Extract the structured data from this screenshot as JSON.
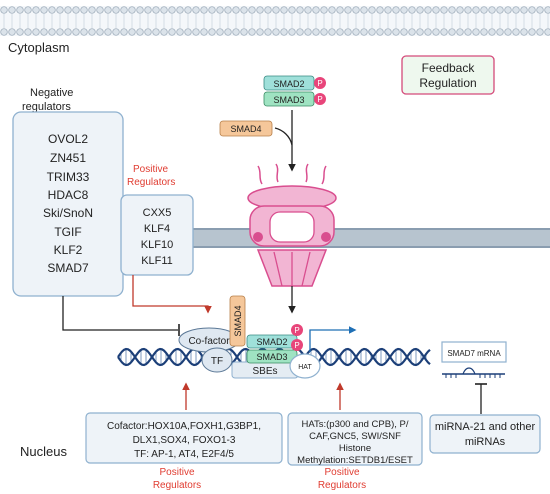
{
  "compartments": {
    "cytoplasm": "Cytoplasm",
    "nucleus": "Nucleus"
  },
  "negative_regulators": {
    "title_line1": "Negative",
    "title_line2": "regulators",
    "items": [
      "OVOL2",
      "ZN451",
      "TRIM33",
      "HDAC8",
      "Ski/SnoN",
      "TGIF",
      "KLF2",
      "SMAD7"
    ]
  },
  "positive_regulators_cytoplasm": {
    "title_line1": "Positive",
    "title_line2": "Regulators",
    "items": [
      "CXX5",
      "KLF4",
      "KLF10",
      "KLF11"
    ]
  },
  "feedback": {
    "line1": "Feedback",
    "line2": "Regulation"
  },
  "smads": {
    "smad2": "SMAD2",
    "smad3": "SMAD3",
    "smad4": "SMAD4",
    "phospho": "P"
  },
  "complex": {
    "cofactor": "Co-factor",
    "tf": "TF",
    "smad4_vertical": "SMAD4",
    "sbes": "SBEs",
    "hat": "HAT"
  },
  "mirna": {
    "smad7_mrna": "SMAD7 mRNA",
    "mir_line1": "miRNA-21 and other",
    "mir_line2": "miRNAs"
  },
  "cofactor_box": {
    "lines": [
      "Cofactor:HOX10A,FOXH1,G3BP1,",
      "DLX1,SOX4, FOXO1-3",
      "TF: AP-1, AT4, E2F4/5"
    ],
    "caption_line1": "Positive",
    "caption_line2": "Regulators"
  },
  "hat_box": {
    "lines": [
      "HATs:(p300 and CPB), P/",
      "CAF,GNC5, SWI/SNF",
      "Histone",
      "Methylation:SETDB1/ESET"
    ],
    "caption_line1": "Positive",
    "caption_line2": "Regulators"
  },
  "colors": {
    "membrane_stripe": "#b7c4cf",
    "nuclear_membrane": "#8a9db0",
    "smad_teal": "#9fe0da",
    "smad_green": "#9fe3c2",
    "phospho": "#e8457a",
    "smad4_orange": "#f5c79a",
    "receptor_pink": "#d94e8f",
    "receptor_light": "#f2b5d3",
    "box_fill": "#eef3f8",
    "box_stroke": "#8fb1cf",
    "feedback_fill": "#eef8ee",
    "feedback_stroke": "#d44a7a",
    "positive_red": "#e03c31",
    "dna_blue": "#1c3f78",
    "arrow_dark": "#222222",
    "arrow_red": "#c0392b",
    "arrow_blue": "#1f6fb5"
  }
}
